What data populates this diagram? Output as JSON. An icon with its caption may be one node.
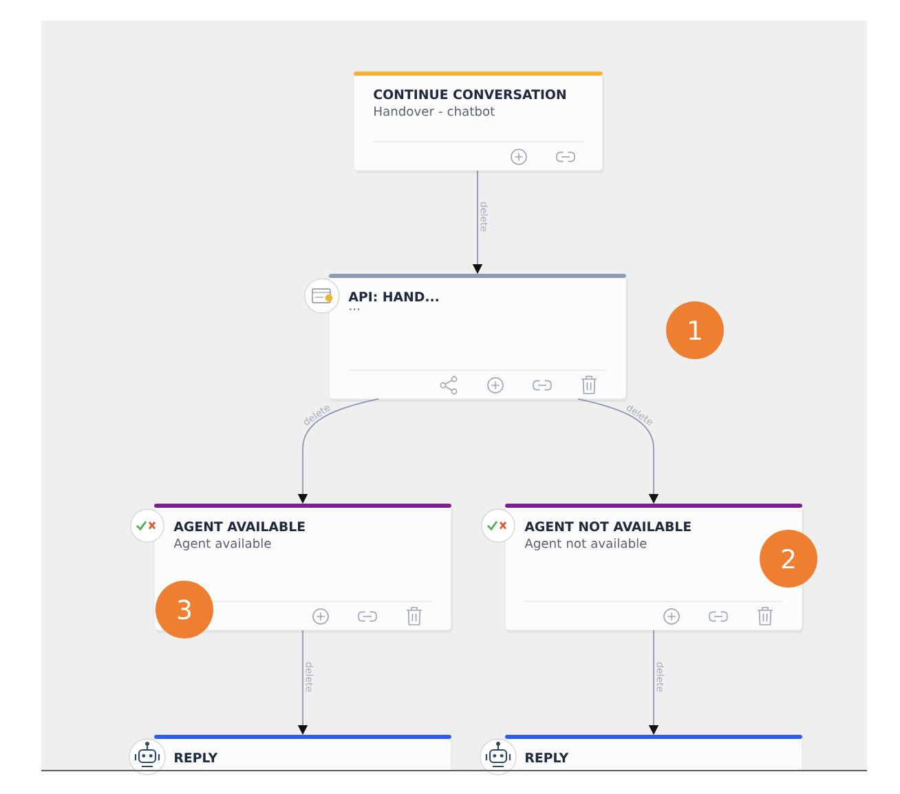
{
  "diagram": {
    "nodes": [
      {
        "text": [
          "CONTINUE CONVERSATION",
          "Handover - chatbot"
        ]
      },
      {
        "text": [
          "API: HAND...",
          "..."
        ]
      },
      {
        "text": [
          "AGENT AVAILABLE",
          "Agent available"
        ]
      },
      {
        "text": [
          "AGENT NOT AVAILABLE",
          "Agent not available"
        ]
      },
      {
        "text": [
          "REPLY"
        ]
      },
      {
        "text": [
          "REPLY"
        ]
      }
    ],
    "edges": [
      {
        "from": 0,
        "to": 1,
        "arrow": "to",
        "label": "delete"
      },
      {
        "from": 1,
        "to": 2,
        "arrow": "to",
        "label": "delete"
      },
      {
        "from": 1,
        "to": 3,
        "arrow": "to",
        "label": "delete"
      },
      {
        "from": 2,
        "to": 4,
        "arrow": "to",
        "label": "delete"
      },
      {
        "from": 3,
        "to": 5,
        "arrow": "to",
        "label": "delete"
      }
    ],
    "labels": [
      "1",
      "2",
      "3"
    ]
  }
}
